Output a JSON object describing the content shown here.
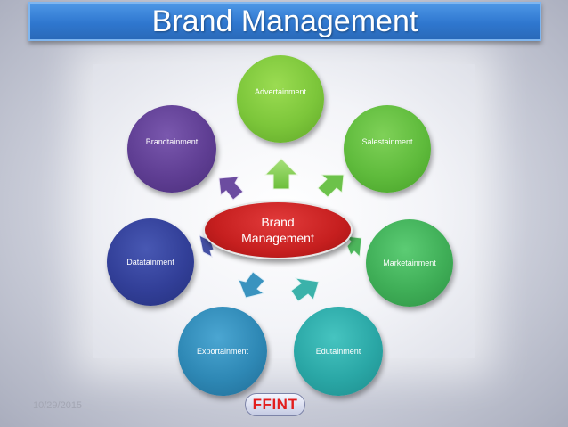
{
  "title": "Brand Management",
  "center": {
    "line1": "Brand",
    "line2": "Management",
    "color": "#c61f1f"
  },
  "nodes": [
    {
      "label": "Advertainment",
      "color": "#7cc63a"
    },
    {
      "label": "Salestainment",
      "color": "#5fbb3c"
    },
    {
      "label": "Marketainment",
      "color": "#3fae57"
    },
    {
      "label": "Edutainment",
      "color": "#2aa7a6"
    },
    {
      "label": "Exportainment",
      "color": "#2e88b5"
    },
    {
      "label": "Datatainment",
      "color": "#323f98"
    },
    {
      "label": "Brandtainment",
      "color": "#5f3e93"
    }
  ],
  "footer": {
    "date": "10/29/2015",
    "logo_text": "FFINT"
  }
}
